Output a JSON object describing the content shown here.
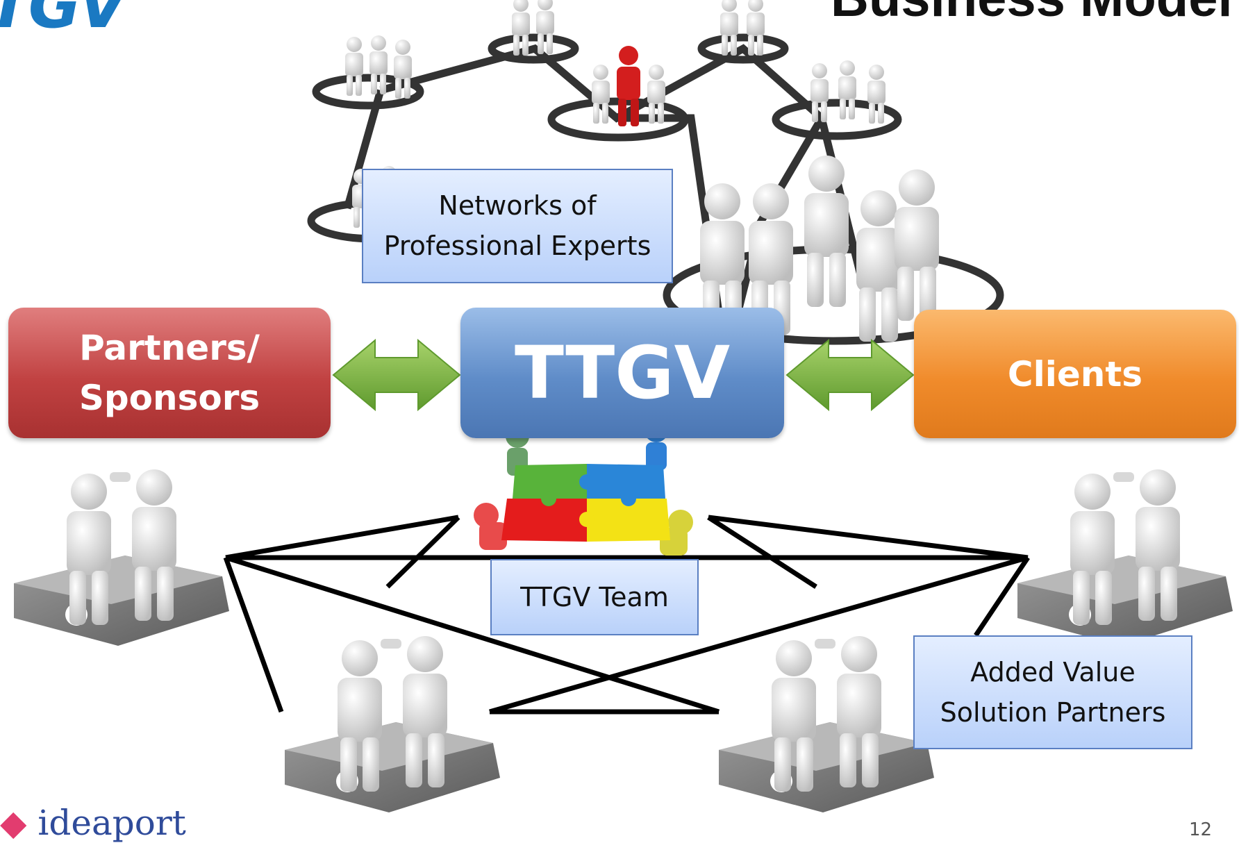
{
  "header": {
    "logo_text": "TGV",
    "title": "Business Model"
  },
  "callouts": {
    "networks": {
      "line1": "Networks of",
      "line2": "Professional Experts"
    },
    "team": {
      "label": "TTGV Team"
    },
    "solution": {
      "line1": "Added Value",
      "line2": "Solution Partners"
    }
  },
  "boxes": {
    "partners": {
      "line1": "Partners/",
      "line2": "Sponsors"
    },
    "ttgv": {
      "label": "TTGV"
    },
    "clients": {
      "label": "Clients"
    }
  },
  "footer": {
    "logo_text": "ideaport",
    "page_number": "12"
  },
  "colors": {
    "partners": "#c14242",
    "ttgv": "#5f8cc8",
    "clients": "#f08b2b",
    "arrow": "#7ab648",
    "callout_border": "#5a7fc2",
    "accent_red_figure": "#d31e1e"
  },
  "icons": [
    "people-network-icon",
    "handshake-puzzle-icon",
    "team-puzzle-icon",
    "double-arrow-icon"
  ]
}
